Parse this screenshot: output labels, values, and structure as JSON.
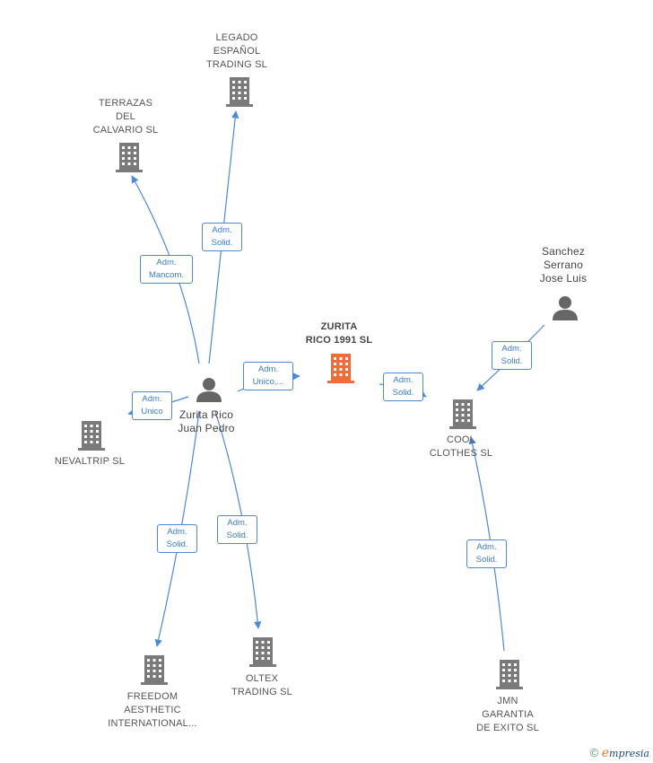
{
  "colors": {
    "edge": "#4a8ad6",
    "building": "#7a7a7a",
    "center_building": "#f26b3a",
    "person": "#666666"
  },
  "nodes": {
    "legado": {
      "label": "LEGADO\nESPAÑOL\nTRADING  SL",
      "icon": "building-icon"
    },
    "terrazas": {
      "label": "TERRAZAS\nDEL\nCALVARIO  SL",
      "icon": "building-icon"
    },
    "zurita_rico_1991": {
      "label": "ZURITA\nRICO 1991  SL",
      "icon": "building-icon"
    },
    "sanchez": {
      "label": "Sanchez\nSerrano\nJose Luis",
      "icon": "person-icon"
    },
    "zurita_juan": {
      "label": "Zurita Rico\nJuan Pedro",
      "icon": "person-icon"
    },
    "nevaltrip": {
      "label": "NEVALTRIP  SL",
      "icon": "building-icon"
    },
    "cool_clothes": {
      "label": "COOL\nCLOTHES  SL",
      "icon": "building-icon"
    },
    "freedom": {
      "label": "FREEDOM\nAESTHETIC\nINTERNATIONAL...",
      "icon": "building-icon"
    },
    "oltex": {
      "label": "OLTEX\nTRADING  SL",
      "icon": "building-icon"
    },
    "jmn": {
      "label": "JMN\nGARANTIA\nDE EXITO  SL",
      "icon": "building-icon"
    }
  },
  "edges": {
    "to_legado": "Adm.\nSolid.",
    "to_terrazas": "Adm.\nMancom.",
    "to_zurita_1991": "Adm.\nUnico,...",
    "to_nevaltrip": "Adm.\nUnico",
    "zurita_1991_to_cool": "Adm.\nSolid.",
    "sanchez_to_cool": "Adm.\nSolid.",
    "to_freedom": "Adm.\nSolid.",
    "to_oltex": "Adm.\nSolid.",
    "jmn_to_cool": "Adm.\nSolid."
  },
  "footer": {
    "copyright": "©",
    "brand_initial": "e",
    "brand_rest": "mpresia"
  }
}
